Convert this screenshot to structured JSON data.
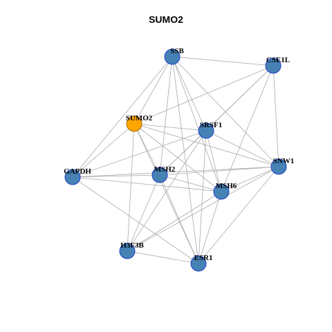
{
  "title": "SUMO2",
  "colors": {
    "node_fill": "#4682b4",
    "node_stroke": "#1f3fcc",
    "highlight_fill": "#ffa500",
    "highlight_stroke": "#a86a00",
    "edge": "#a9a9a9"
  },
  "nodes": [
    {
      "id": "SSB",
      "label": "SSB",
      "highlight": false
    },
    {
      "id": "CSE1L",
      "label": "CSE1L",
      "highlight": false
    },
    {
      "id": "SUMO2",
      "label": "SUMO2",
      "highlight": true
    },
    {
      "id": "SRSF1",
      "label": "SRSF1",
      "highlight": false
    },
    {
      "id": "SNW1",
      "label": "SNW1",
      "highlight": false
    },
    {
      "id": "GAPDH",
      "label": "GAPDH",
      "highlight": false
    },
    {
      "id": "MSH2",
      "label": "MSH2",
      "highlight": false
    },
    {
      "id": "MSH6",
      "label": "MSH6",
      "highlight": false
    },
    {
      "id": "H3F3B",
      "label": "H3F3B",
      "highlight": false
    },
    {
      "id": "ESR1",
      "label": "ESR1",
      "highlight": false
    }
  ],
  "edges": [
    [
      "SSB",
      "CSE1L"
    ],
    [
      "SSB",
      "SUMO2"
    ],
    [
      "SSB",
      "SRSF1"
    ],
    [
      "SSB",
      "SNW1"
    ],
    [
      "SSB",
      "GAPDH"
    ],
    [
      "SSB",
      "MSH2"
    ],
    [
      "SSB",
      "MSH6"
    ],
    [
      "SSB",
      "ESR1"
    ],
    [
      "CSE1L",
      "SUMO2"
    ],
    [
      "CSE1L",
      "SRSF1"
    ],
    [
      "CSE1L",
      "SNW1"
    ],
    [
      "CSE1L",
      "MSH2"
    ],
    [
      "CSE1L",
      "MSH6"
    ],
    [
      "SUMO2",
      "SRSF1"
    ],
    [
      "SUMO2",
      "SNW1"
    ],
    [
      "SUMO2",
      "GAPDH"
    ],
    [
      "SUMO2",
      "MSH2"
    ],
    [
      "SUMO2",
      "MSH6"
    ],
    [
      "SUMO2",
      "H3F3B"
    ],
    [
      "SUMO2",
      "ESR1"
    ],
    [
      "SRSF1",
      "SNW1"
    ],
    [
      "SRSF1",
      "GAPDH"
    ],
    [
      "SRSF1",
      "MSH2"
    ],
    [
      "SRSF1",
      "MSH6"
    ],
    [
      "SRSF1",
      "H3F3B"
    ],
    [
      "SRSF1",
      "ESR1"
    ],
    [
      "SNW1",
      "GAPDH"
    ],
    [
      "SNW1",
      "MSH2"
    ],
    [
      "SNW1",
      "MSH6"
    ],
    [
      "SNW1",
      "H3F3B"
    ],
    [
      "SNW1",
      "ESR1"
    ],
    [
      "GAPDH",
      "MSH2"
    ],
    [
      "GAPDH",
      "MSH6"
    ],
    [
      "GAPDH",
      "ESR1"
    ],
    [
      "MSH2",
      "MSH6"
    ],
    [
      "MSH2",
      "H3F3B"
    ],
    [
      "MSH2",
      "ESR1"
    ],
    [
      "MSH6",
      "H3F3B"
    ],
    [
      "MSH6",
      "ESR1"
    ],
    [
      "H3F3B",
      "ESR1"
    ]
  ]
}
